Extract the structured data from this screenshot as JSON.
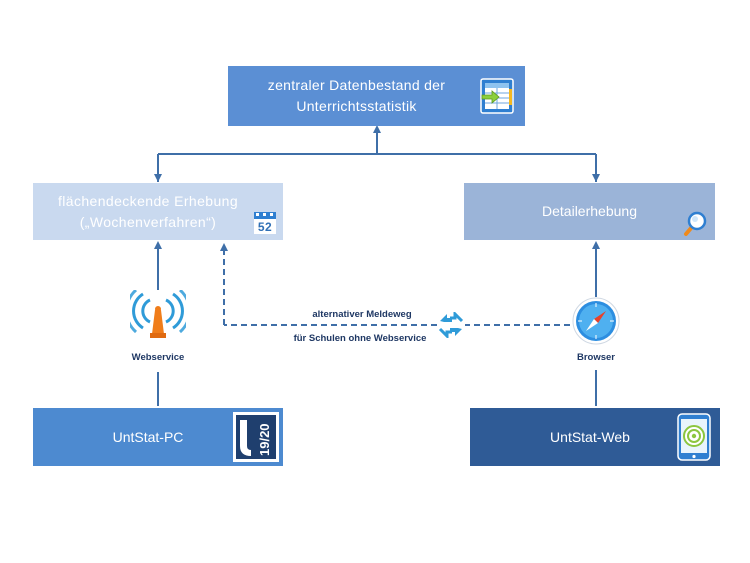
{
  "nodes": {
    "central": {
      "line1": "zentraler Datenbestand der",
      "line2": "Unterrichtsstatistik"
    },
    "survey": {
      "line1": "flächendeckende Erhebung",
      "line2": "(„Wochenverfahren“)",
      "calendar_number": "52"
    },
    "detail": {
      "label": "Detailerhebung"
    },
    "untstat_pc": {
      "label": "UntStat-PC",
      "logo_text": "19/20"
    },
    "untstat_web": {
      "label": "UntStat-Web"
    }
  },
  "captions": {
    "webservice": "Webservice",
    "browser": "Browser",
    "alt_line1": "alternativer Meldeweg",
    "alt_line2": "für Schulen ohne Webservice"
  },
  "colors": {
    "connector": "#3f6fa8",
    "central": "#5b8fd4",
    "survey": "#c9d9ef",
    "detail": "#9bb4d8",
    "untstat_pc": "#4d8ad0",
    "untstat_web": "#2f5b96"
  },
  "icons": [
    "table-icon",
    "calendar-icon",
    "magnifier-icon",
    "antenna-icon",
    "compass-browser-icon",
    "exchange-icon",
    "untstat-logo-icon",
    "tablet-icon"
  ]
}
